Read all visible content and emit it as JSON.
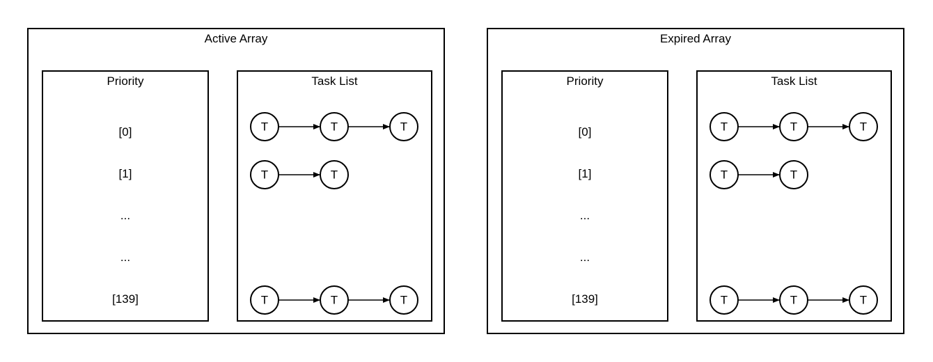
{
  "arrays": [
    {
      "title": "Active Array",
      "priority_header": "Priority",
      "task_header": "Task List",
      "priority_labels": [
        "[0]",
        "[1]",
        "...",
        "...",
        "[139]"
      ],
      "task_rows": [
        {
          "nodes": [
            "T",
            "T",
            "T"
          ]
        },
        {
          "nodes": [
            "T",
            "T"
          ]
        },
        {
          "nodes": [
            "T",
            "T",
            "T"
          ]
        }
      ]
    },
    {
      "title": "Expired Array",
      "priority_header": "Priority",
      "task_header": "Task List",
      "priority_labels": [
        "[0]",
        "[1]",
        "...",
        "...",
        "[139]"
      ],
      "task_rows": [
        {
          "nodes": [
            "T",
            "T",
            "T"
          ]
        },
        {
          "nodes": [
            "T",
            "T"
          ]
        },
        {
          "nodes": [
            "T",
            "T",
            "T"
          ]
        }
      ]
    }
  ]
}
